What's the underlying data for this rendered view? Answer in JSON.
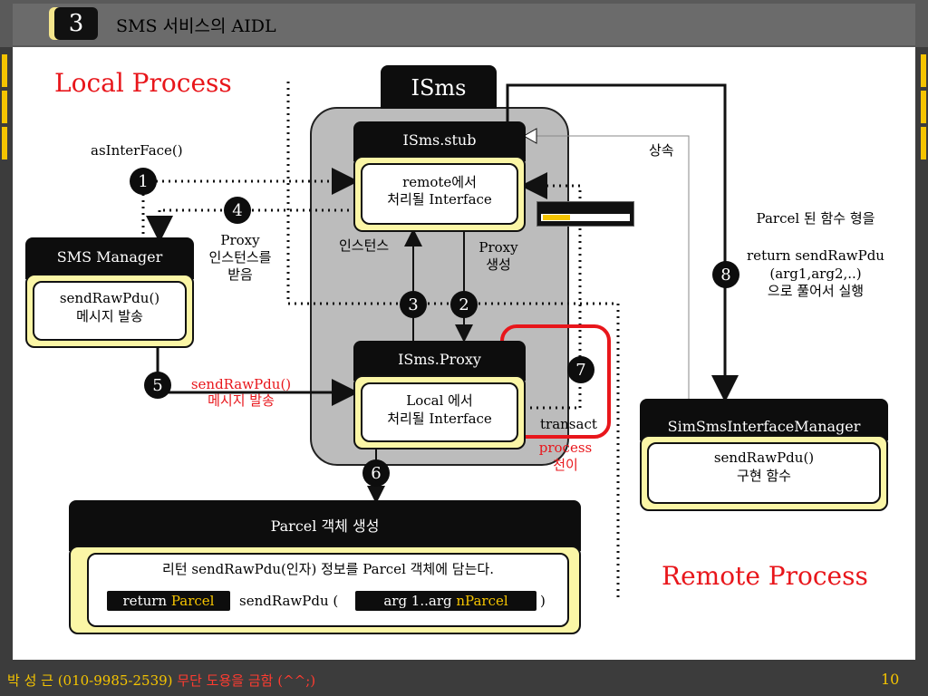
{
  "header": {
    "section_number": "3",
    "title": "SMS 서비스의 AIDL"
  },
  "footer": {
    "author": "박 성 근 (010-9985-2539)",
    "notice": "무단 도용을 금함 (^^;)",
    "page": "10"
  },
  "labels": {
    "local_process": "Local Process",
    "remote_process": "Remote Process",
    "isms": "ISms",
    "isms_stub": "ISms.stub",
    "stub_inner_1": "remote에서",
    "stub_inner_2": "처리될 Interface",
    "isms_proxy": "ISms.Proxy",
    "proxy_inner_1": "Local 에서",
    "proxy_inner_2": "처리될 Interface",
    "sms_manager": "SMS Manager",
    "sms_manager_inner_1": "sendRawPdu()",
    "sms_manager_inner_2": "메시지 발송",
    "sim_manager": "SimSmsInterfaceManager",
    "sim_inner_1": "sendRawPdu()",
    "sim_inner_2": "구현 함수",
    "parcel_header": "Parcel 객체 생성",
    "parcel_desc": "리턴 sendRawPdu(인자) 정보를 Parcel 객체에 담는다.",
    "parcel_return_a": "return",
    "parcel_return_b": "Parcel",
    "parcel_send": "sendRawPdu (",
    "parcel_args_a": "arg 1..arg",
    "parcel_args_b": "nParcel",
    "parcel_close": ")",
    "asinterface": "asInterFace()",
    "proxy_instance_1": "Proxy",
    "proxy_instance_2": "인스턴스를",
    "proxy_instance_3": "받음",
    "instance": "인스턴스",
    "proxy_create_1": "Proxy",
    "proxy_create_2": "생성",
    "inherit": "상속",
    "send_call_1": "sendRawPdu()",
    "send_call_2": "메시지 발송",
    "transact": "transact",
    "process_1": "process",
    "process_2": "천이",
    "parcel_note_1": "Parcel 된 함수 형을",
    "parcel_note_2": "return sendRawPdu",
    "parcel_note_3": "(arg1,arg2,..)",
    "parcel_note_4": "으로 풀어서 실행"
  },
  "badges": [
    "1",
    "2",
    "3",
    "4",
    "5",
    "6",
    "7",
    "8"
  ],
  "colors": {
    "accent_red": "#e8161b",
    "highlight_yellow": "#f5c400",
    "box_yellow": "#fbf6a6"
  }
}
